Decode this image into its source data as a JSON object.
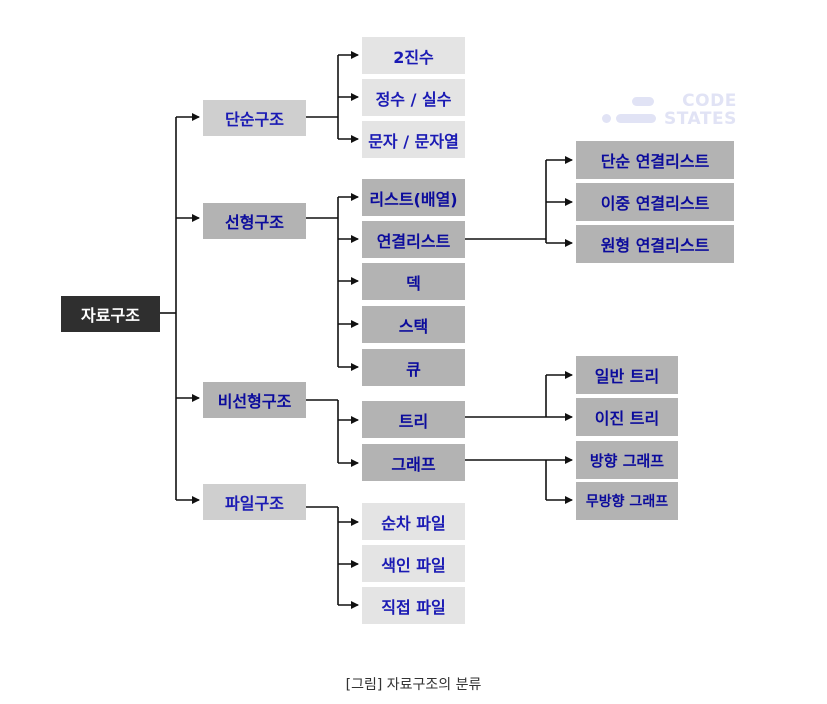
{
  "diagram": {
    "root": "자료구조",
    "simple": {
      "label": "단순구조",
      "items": [
        "2진수",
        "정수 / 실수",
        "문자 / 문자열"
      ]
    },
    "linear": {
      "label": "선형구조",
      "items": [
        "리스트(배열)",
        "연결리스트",
        "덱",
        "스택",
        "큐"
      ],
      "linked_list_types": [
        "단순 연결리스트",
        "이중 연결리스트",
        "원형 연결리스트"
      ]
    },
    "nonlinear": {
      "label": "비선형구조",
      "items": [
        "트리",
        "그래프"
      ],
      "tree_types": [
        "일반 트리",
        "이진 트리"
      ],
      "graph_types": [
        "방향 그래프",
        "무방향 그래프"
      ]
    },
    "file": {
      "label": "파일구조",
      "items": [
        "순차 파일",
        "색인 파일",
        "직접 파일"
      ]
    }
  },
  "logo": {
    "line1": "CODE",
    "line2": "STATES"
  },
  "caption": "[그림] 자료구조의 분류",
  "colors": {
    "root_bg": "#2f2f2f",
    "node_text": "#1a1ab4",
    "light_box": "#e4e4e4",
    "dark_box": "#b3b3b3",
    "l1_box": "#cfcfcf"
  }
}
